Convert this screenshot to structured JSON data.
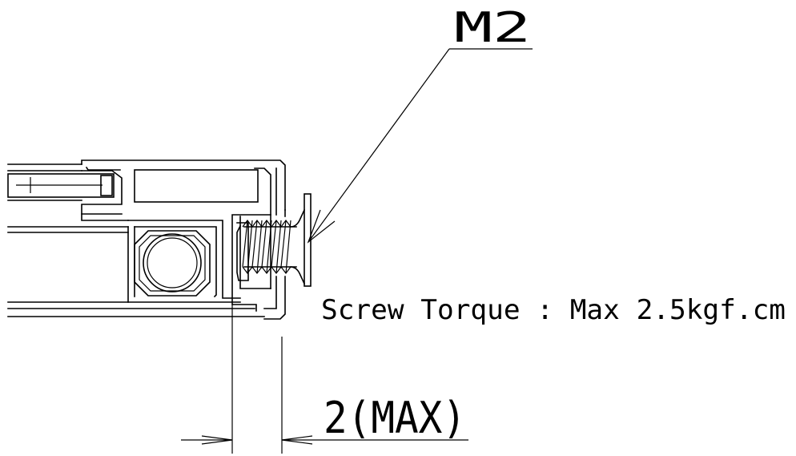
{
  "labels": {
    "screw_size": "M2",
    "torque_note": "Screw Torque : Max 2.5kgf.cm",
    "gap_dimension": "2(MAX)"
  },
  "colors": {
    "line": "#000000",
    "background": "#ffffff"
  }
}
